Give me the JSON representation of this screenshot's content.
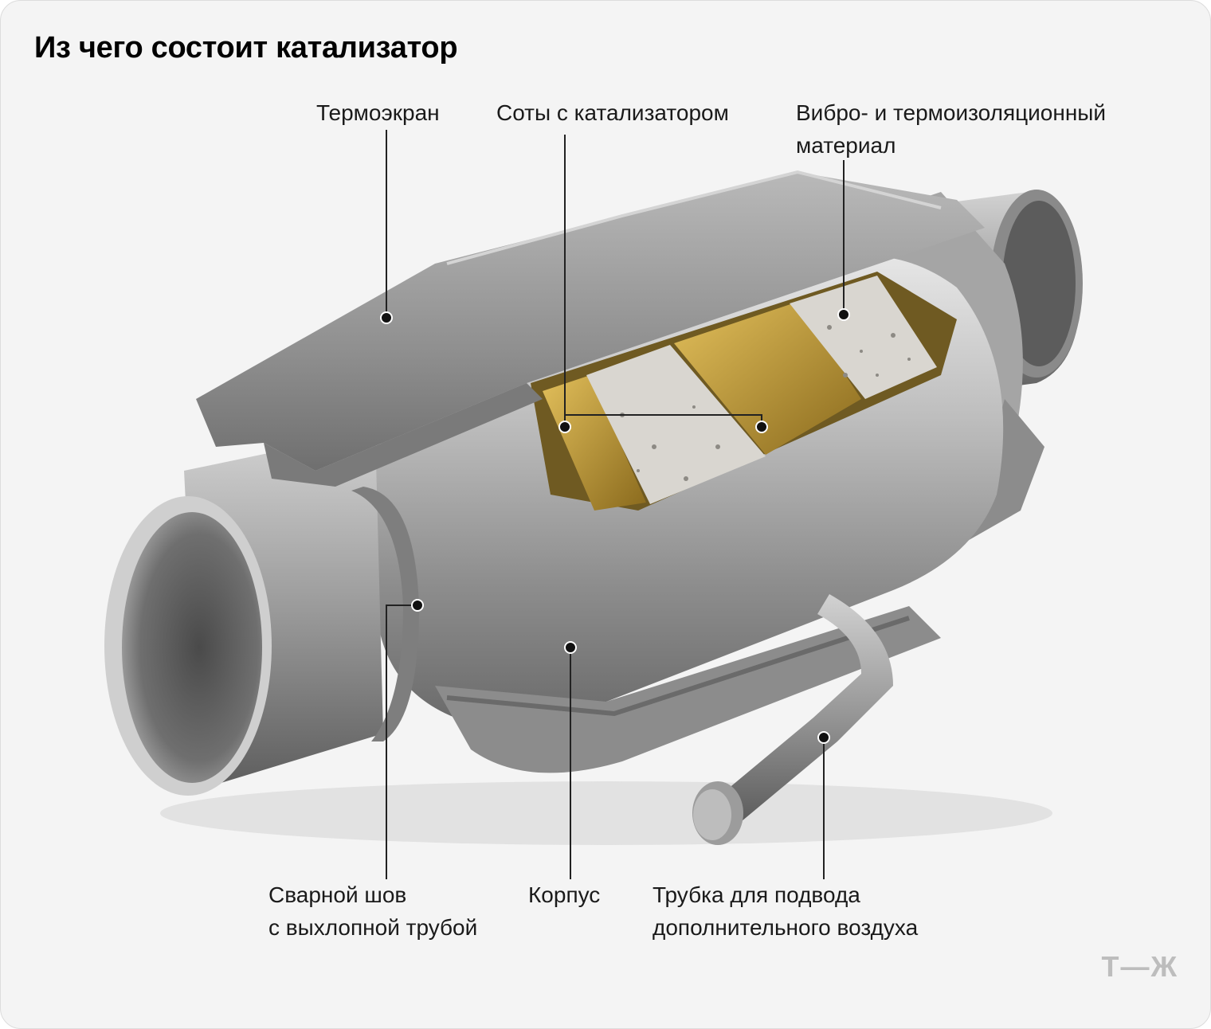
{
  "title": "Из чего состоит катализатор",
  "labels": {
    "heat_shield": "Термоэкран",
    "honeycomb": "Соты с катализатором",
    "insulation_line1": "Вибро- и термоизоляционный",
    "insulation_line2": "материал",
    "weld_line1": "Сварной шов",
    "weld_line2": "с выхлопной трубой",
    "body": "Корпус",
    "air_tube_line1": "Трубка для подвода",
    "air_tube_line2": "дополнительного воздуха"
  },
  "logo": "Т—Ж",
  "colors": {
    "background": "#f4f4f4",
    "leader_line": "#222222",
    "metal": "#a9a9a9",
    "catalyst_gold": "#c9a13a"
  }
}
